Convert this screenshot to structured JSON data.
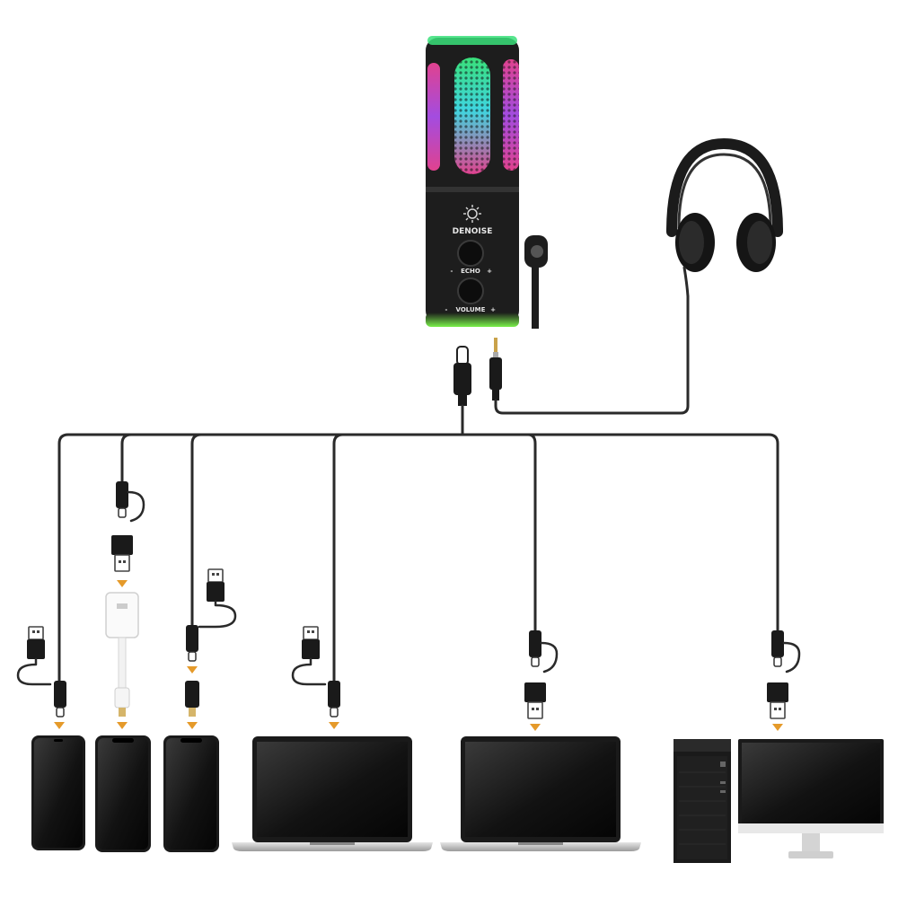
{
  "microphone": {
    "brand_label": "DENOISE",
    "echo_label": "ECHO",
    "volume_label": "VOLUME",
    "minus_sign": "-",
    "plus_sign": "+"
  },
  "colors": {
    "accent_arrow": "#e59a2a",
    "cable": "#2a2a2a",
    "device_body": "#1a1a1a",
    "rgb_green": "#39e07a",
    "rgb_pink": "#e0428f",
    "rgb_cyan": "#3fd6e0"
  },
  "icons": [
    "usb-c-plug-icon",
    "aux-jack-icon",
    "headphones-icon",
    "usb-a-plug-icon",
    "lightning-adapter-icon",
    "smartphone-icon",
    "laptop-icon",
    "desktop-pc-icon",
    "monitor-icon"
  ]
}
